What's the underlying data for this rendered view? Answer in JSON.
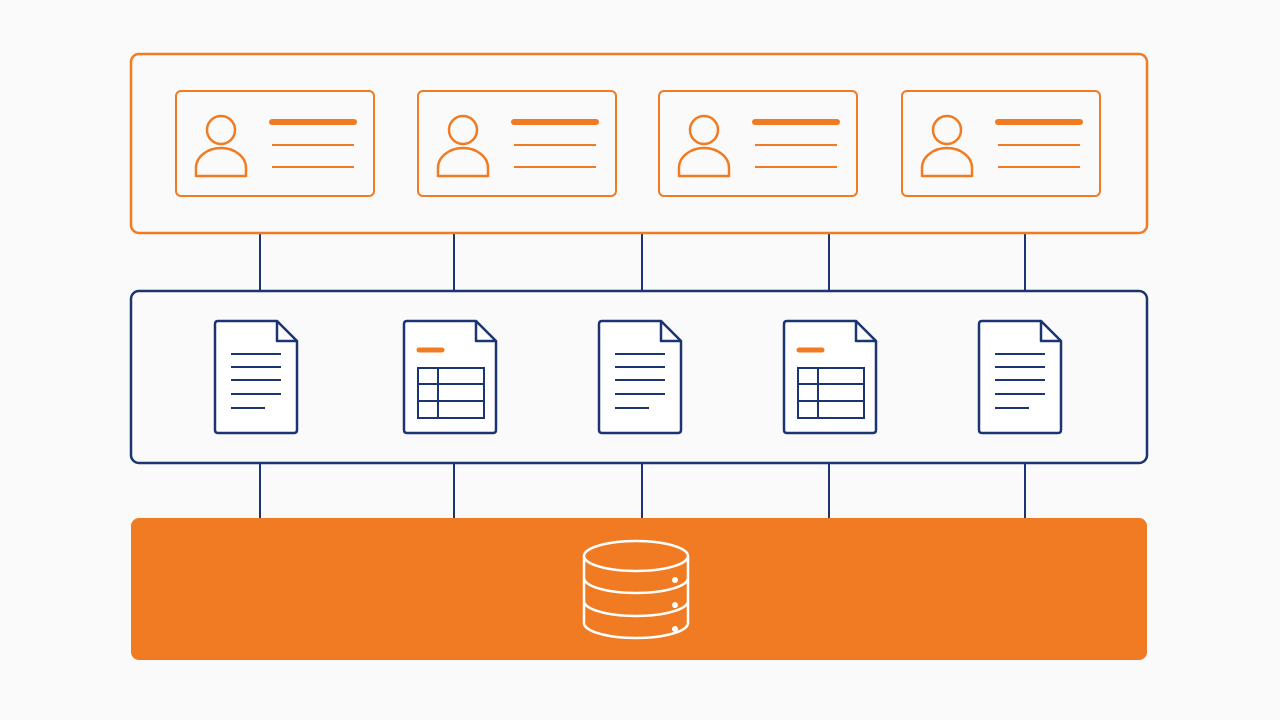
{
  "colors": {
    "accent": "#f07b22",
    "navy": "#1b3572",
    "background": "#fafafa",
    "white": "#ffffff"
  },
  "layers": {
    "profiles": {
      "cards": [
        {
          "icon": "user-avatar-icon"
        },
        {
          "icon": "user-avatar-icon"
        },
        {
          "icon": "user-avatar-icon"
        },
        {
          "icon": "user-avatar-icon"
        }
      ]
    },
    "documents": {
      "items": [
        {
          "kind": "text",
          "icon": "text-document-icon"
        },
        {
          "kind": "table",
          "icon": "spreadsheet-document-icon"
        },
        {
          "kind": "text",
          "icon": "text-document-icon"
        },
        {
          "kind": "table",
          "icon": "spreadsheet-document-icon"
        },
        {
          "kind": "text",
          "icon": "text-document-icon"
        }
      ]
    },
    "storage": {
      "icon": "database-icon"
    }
  },
  "connectors": {
    "upper_count": 5,
    "lower_count": 5
  }
}
